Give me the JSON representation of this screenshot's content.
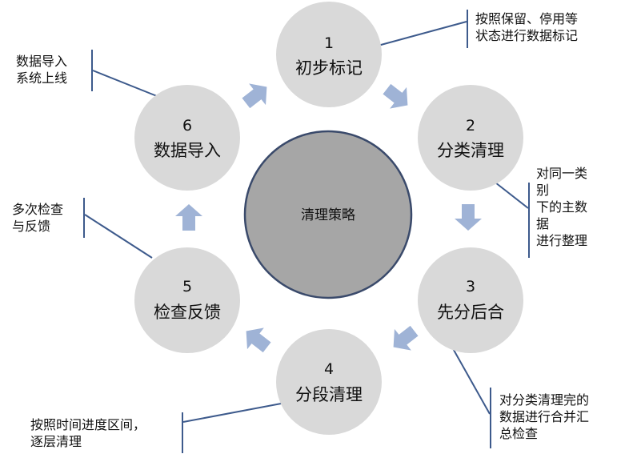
{
  "center": {
    "label": "清理策略"
  },
  "steps": [
    {
      "num": "1",
      "label": "初步标记"
    },
    {
      "num": "2",
      "label": "分类清理"
    },
    {
      "num": "3",
      "label": "先分后合"
    },
    {
      "num": "4",
      "label": "分段清理"
    },
    {
      "num": "5",
      "label": "检查反馈"
    },
    {
      "num": "6",
      "label": "数据导入"
    }
  ],
  "notes": {
    "n1": "按照保留、停用等\n状态进行数据标记",
    "n2": "对同一类\n别\n下的主数\n据\n进行整理",
    "n3": "对分类清理完的\n数据进行合并汇\n总检查",
    "n4": "按照时间进度区间，\n逐层清理",
    "n5": "多次检查\n与反馈",
    "n6": "数据导入\n系统上线"
  },
  "colors": {
    "step_fill": "#d9d9d9",
    "center_fill": "#a6a6a6",
    "center_stroke": "#3a4a6b",
    "arrow_fill": "#9fb3d6",
    "leader_line": "#3d5a8c"
  }
}
